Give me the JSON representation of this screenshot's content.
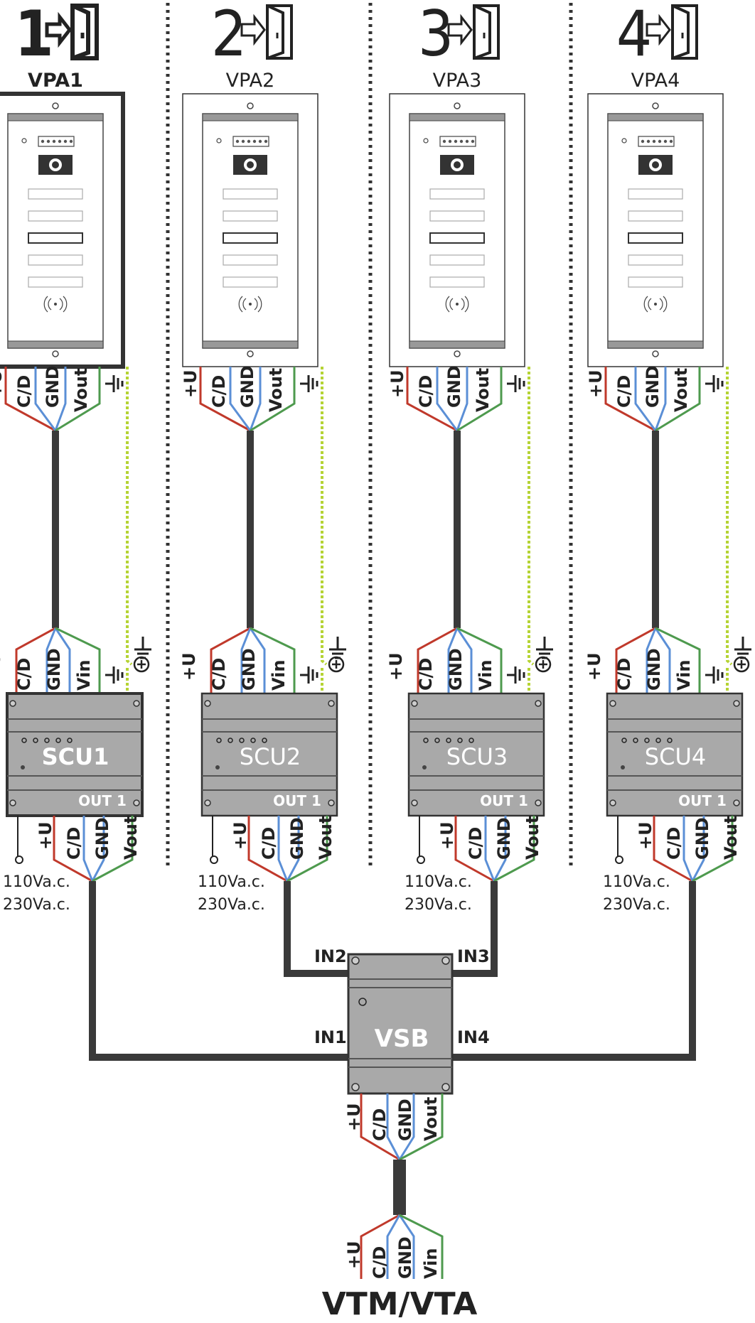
{
  "columns": [
    {
      "number": "1",
      "panel_label": "VPA1",
      "scu_label": "SCU1",
      "out_label": "OUT 1",
      "power_1": "110Va.c.",
      "power_2": "230Va.c.",
      "selected": true
    },
    {
      "number": "2",
      "panel_label": "VPA2",
      "scu_label": "SCU2",
      "out_label": "OUT 1",
      "power_1": "110Va.c.",
      "power_2": "230Va.c.",
      "selected": false
    },
    {
      "number": "3",
      "panel_label": "VPA3",
      "scu_label": "SCU3",
      "out_label": "OUT 1",
      "power_1": "110Va.c.",
      "power_2": "230Va.c.",
      "selected": false
    },
    {
      "number": "4",
      "panel_label": "VPA4",
      "scu_label": "SCU4",
      "out_label": "OUT 1",
      "power_1": "110Va.c.",
      "power_2": "230Va.c.",
      "selected": false
    }
  ],
  "panel_terminals": [
    "+U",
    "C/D",
    "GND",
    "Vout"
  ],
  "scu_in_terminals": [
    "+U",
    "C/D",
    "GND",
    "Vin"
  ],
  "scu_out_terminals": [
    "+U",
    "C/D",
    "GND",
    "Vout"
  ],
  "vsb": {
    "label": "VSB",
    "inputs": [
      "IN1",
      "IN2",
      "IN3",
      "IN4"
    ],
    "out_terminals": [
      "+U",
      "C/D",
      "GND",
      "Vout"
    ]
  },
  "monitor": {
    "label": "VTM/VTA",
    "terminals": [
      "+U",
      "C/D",
      "GND",
      "Vin"
    ]
  },
  "colors": {
    "red": "#c0392b",
    "blue": "#5b8fd6",
    "green": "#4e9a4e",
    "cable": "#3a3a3a",
    "earth": "#b5d334",
    "scu_body": "#a9a9a9",
    "panel_frame": "#ffffff"
  },
  "icons": {
    "door": "door-enter-icon",
    "ground": "ground-icon",
    "earth_screw": "earth-screw-icon",
    "speaker": "speaker-grille-icon",
    "camera": "camera-icon",
    "rfid": "rfid-reader-icon"
  }
}
